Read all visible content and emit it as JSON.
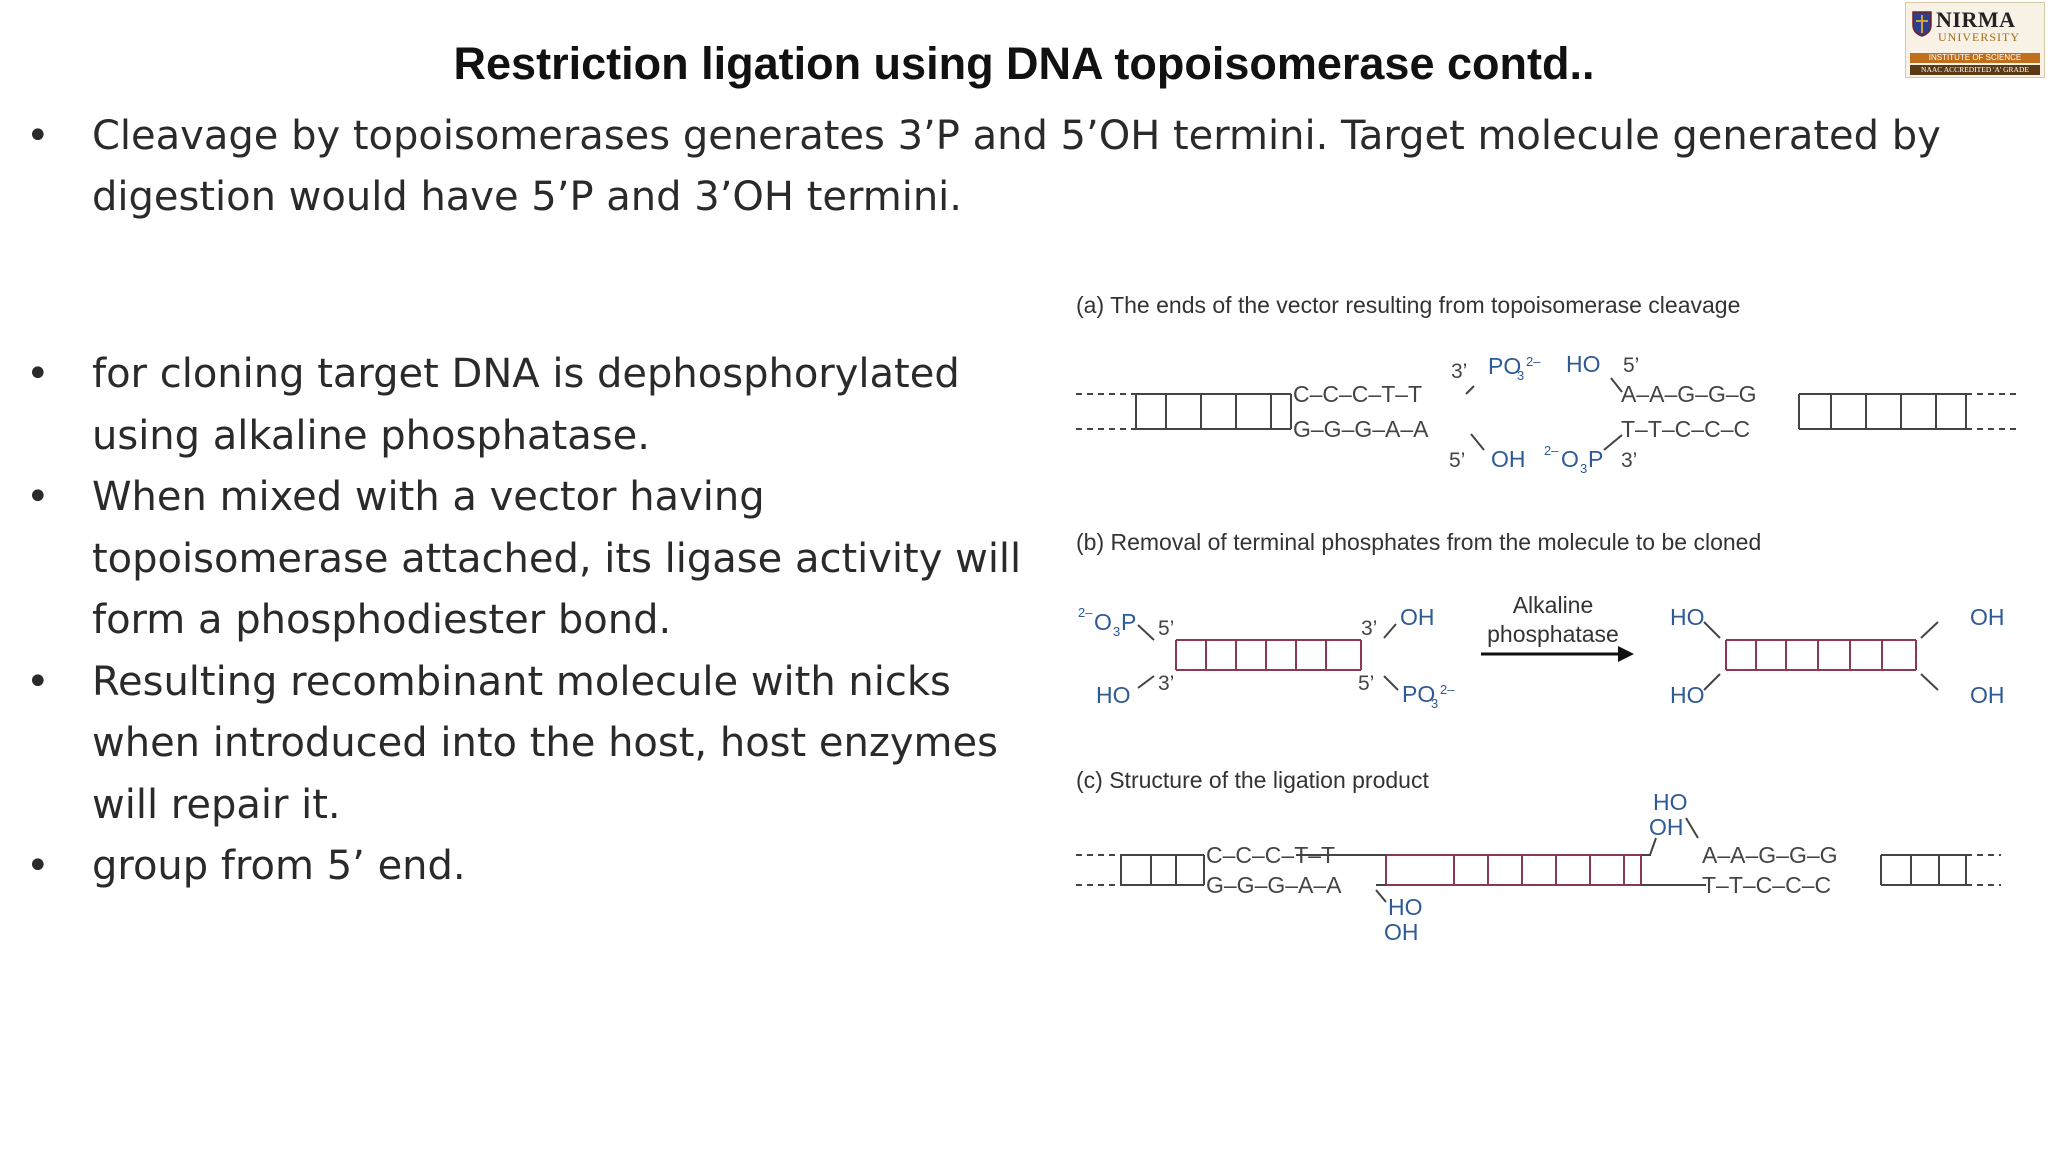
{
  "slide": {
    "title": "Restriction ligation using DNA topoisomerase contd.."
  },
  "logo": {
    "name": "NIRMA",
    "university": "UNIVERSITY",
    "band_top": "INSTITUTE OF SCIENCE",
    "band_bottom": "NAAC ACCREDITED 'A' GRADE"
  },
  "intro_bullets": [
    "Cleavage by topoisomerases generates 3’P and 5’OH termini. Target molecule generated by digestion would have 5’P and 3’OH termini."
  ],
  "bullets": [
    "for cloning target DNA is dephosphorylated using alkaline phosphatase.",
    "When mixed with a vector having topoisomerase attached, its ligase activity will form a phosphodiester bond.",
    "Resulting recombinant molecule with nicks when introduced into the host, host enzymes will repair it.",
    "group from 5’ end."
  ],
  "figure": {
    "panel_a": {
      "caption": "(a) The ends of the vector resulting from topoisomerase cleavage",
      "left_top_seq": "C–C–C–T–T",
      "left_bottom_seq": "G–G–G–A–A",
      "right_top_seq": "A–A–G–G–G",
      "right_bottom_seq": "T–T–C–C–C",
      "label_3prime": "3’",
      "label_5prime": "5’",
      "label_po3": "PO",
      "label_o3p": "O",
      "label_p": "P",
      "label_ho": "HO",
      "label_oh": "OH"
    },
    "panel_b": {
      "caption": "(b) Removal of terminal phosphates from the molecule to be cloned",
      "enzyme_line1": "Alkaline",
      "enzyme_line2": "phosphatase",
      "label_3prime": "3’",
      "label_5prime": "5’",
      "label_oh": "OH",
      "label_ho": "HO",
      "label_po3": "PO",
      "label_o3p": "O",
      "label_p": "P"
    },
    "panel_c": {
      "caption": "(c) Structure of the ligation product",
      "left_top_seq": "C–C–C–T–T",
      "left_bottom_seq": "G–G–G–A–A",
      "right_top_seq": "A–A–G–G–G",
      "right_bottom_seq": "T–T–C–C–C",
      "label_ho": "HO",
      "label_oh": "OH"
    },
    "colors": {
      "strand": "#444444",
      "insert": "#8a3a50",
      "label_blue": "#2e5a96",
      "caption": "#333333"
    }
  }
}
